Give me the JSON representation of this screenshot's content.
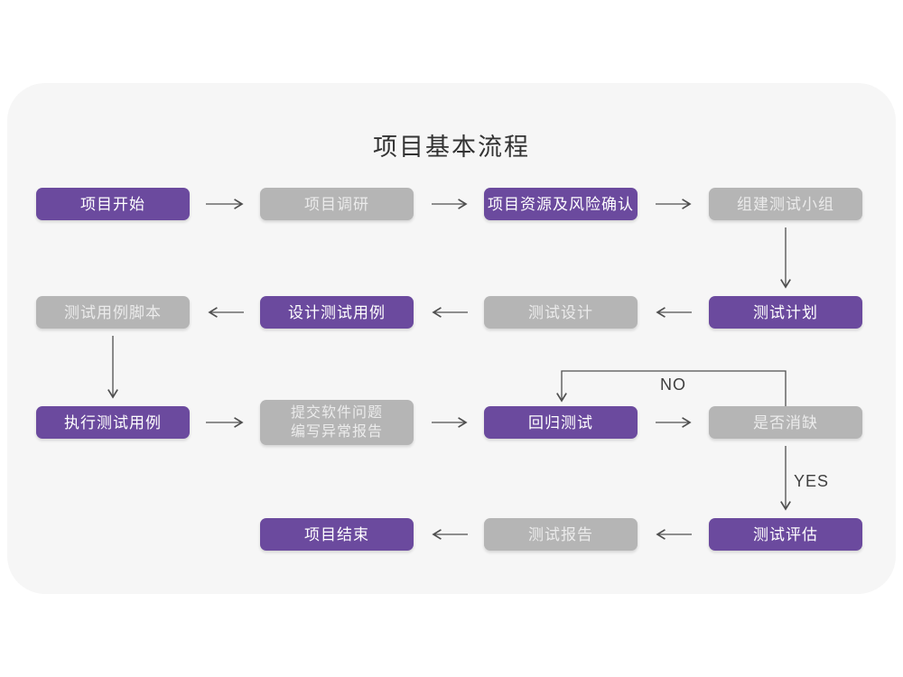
{
  "title": "项目基本流程",
  "colors": {
    "purple_node": "#6b4a9e",
    "gray_node": "#b5b5b5",
    "card_background": "#f6f6f6",
    "page_background": "#ffffff",
    "arrow": "#4f4f4f",
    "text_on_purple": "#ffffff",
    "text_on_gray": "#ebebeb"
  },
  "labels": {
    "no": "NO",
    "yes": "YES"
  },
  "nodes": [
    {
      "id": "project-start",
      "label": "项目开始",
      "variant": "purple"
    },
    {
      "id": "project-research",
      "label": "项目调研",
      "variant": "gray"
    },
    {
      "id": "resource-risk-confirm",
      "label": "项目资源及风险确认",
      "variant": "purple"
    },
    {
      "id": "build-test-team",
      "label": "组建测试小组",
      "variant": "gray"
    },
    {
      "id": "test-case-script",
      "label": "测试用例脚本",
      "variant": "gray"
    },
    {
      "id": "design-test-case",
      "label": "设计测试用例",
      "variant": "purple"
    },
    {
      "id": "test-design",
      "label": "测试设计",
      "variant": "gray"
    },
    {
      "id": "test-plan",
      "label": "测试计划",
      "variant": "purple"
    },
    {
      "id": "execute-test-case",
      "label": "执行测试用例",
      "variant": "purple"
    },
    {
      "id": "submit-issue-report",
      "line1": "提交软件问题",
      "line2": "编写异常报告",
      "variant": "gray"
    },
    {
      "id": "regression-test",
      "label": "回归测试",
      "variant": "purple"
    },
    {
      "id": "defect-cleared-check",
      "label": "是否消缺",
      "variant": "gray"
    },
    {
      "id": "project-end",
      "label": "项目结束",
      "variant": "purple"
    },
    {
      "id": "test-report",
      "label": "测试报告",
      "variant": "gray"
    },
    {
      "id": "test-evaluation",
      "label": "测试评估",
      "variant": "purple"
    }
  ]
}
